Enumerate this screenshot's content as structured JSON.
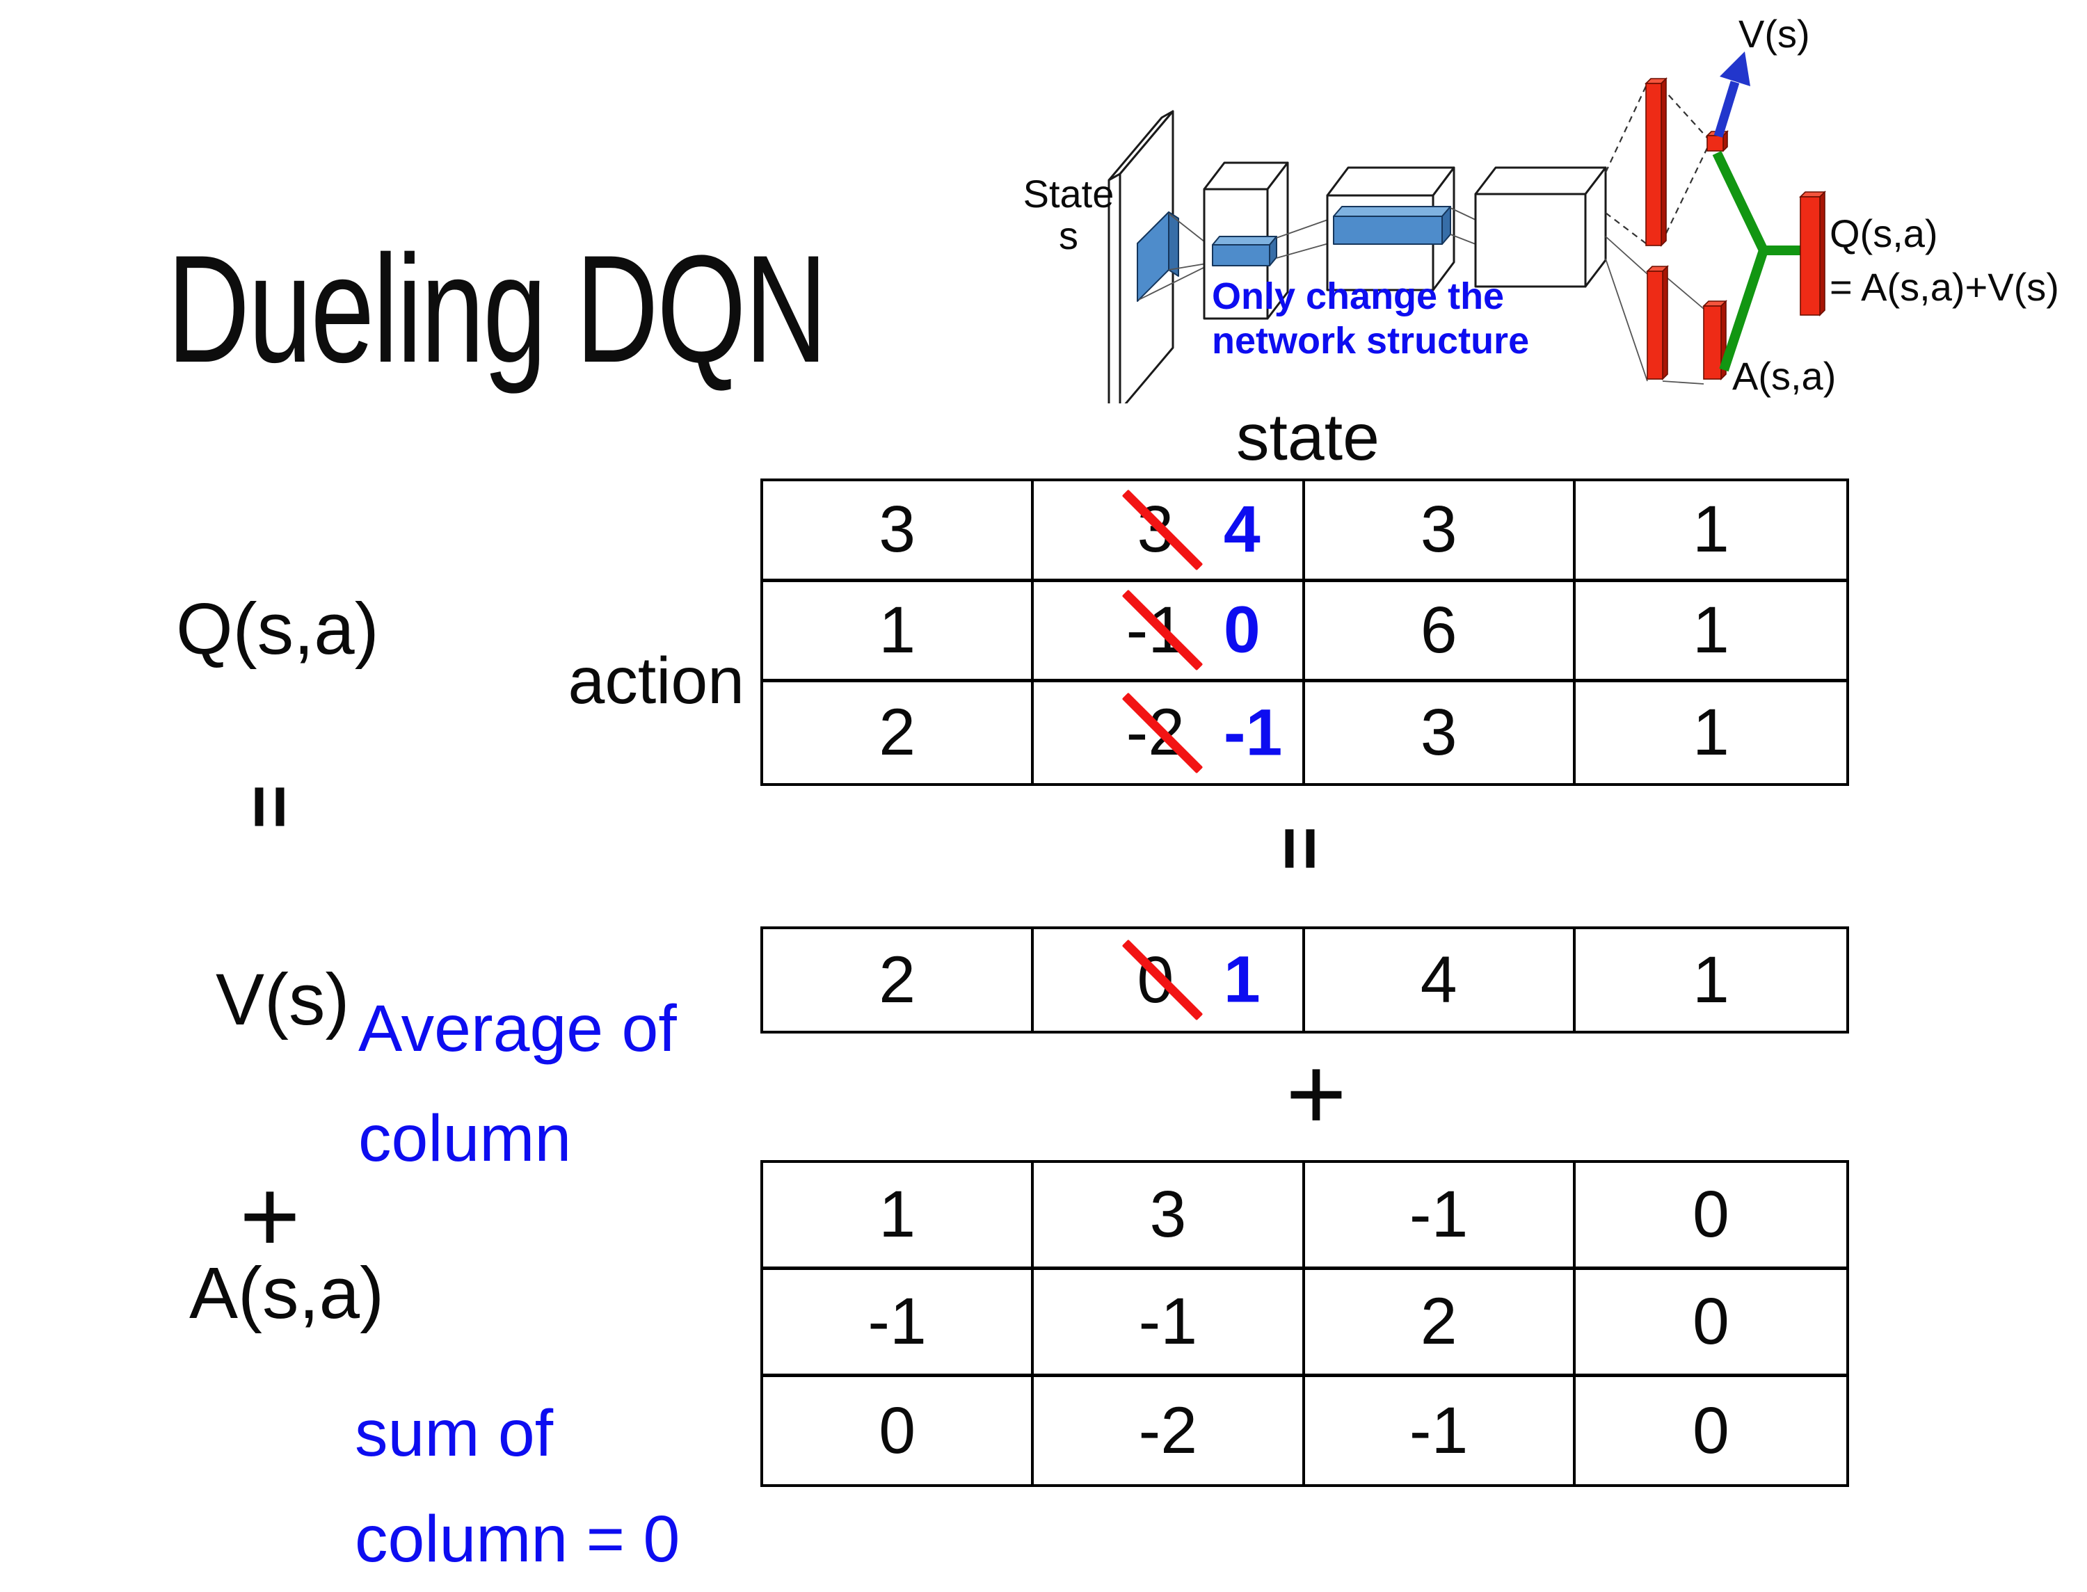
{
  "slide": {
    "title": "Dueling DQN",
    "background": "#ffffff"
  },
  "colors": {
    "annotation_blue": "#0d0df0",
    "strike_red": "#f21414",
    "bar_red": "#ee2b16",
    "conv_blue": "#4e8ccb",
    "green_junction": "#129612",
    "arrow_blue": "#2236cc",
    "table_border": "#000000"
  },
  "diagram": {
    "state_label_line1": "State",
    "state_label_line2": "s",
    "note_line1": "Only change the",
    "note_line2": "network structure",
    "v_label": "V(s)",
    "a_label": "A(s,a)",
    "q_label_line1": "Q(s,a)",
    "q_label_line2": "= A(s,a)+V(s)"
  },
  "labels": {
    "q_function": "Q(s,a)",
    "state_header": "state",
    "action_header": "action",
    "equals_left": "=",
    "equals_mid": "=",
    "v_function": "V(s)",
    "plus_left": "+",
    "plus_mid": "+",
    "a_function": "A(s,a)",
    "avg_note_line1": "Average of",
    "avg_note_line2": "column",
    "sum_note_line1": "sum of",
    "sum_note_line2": "column = 0"
  },
  "q_table": {
    "rows": [
      {
        "cells": [
          {
            "value": "3"
          },
          {
            "value": "3",
            "crossed": true,
            "corrected": "4"
          },
          {
            "value": "3"
          },
          {
            "value": "1"
          }
        ]
      },
      {
        "cells": [
          {
            "value": "1"
          },
          {
            "value": "-1",
            "crossed": true,
            "corrected": "0"
          },
          {
            "value": "6"
          },
          {
            "value": "1"
          }
        ]
      },
      {
        "cells": [
          {
            "value": "2"
          },
          {
            "value": "-2",
            "crossed": true,
            "corrected": "-1"
          },
          {
            "value": "3"
          },
          {
            "value": "1"
          }
        ]
      }
    ]
  },
  "v_table": {
    "cells": [
      {
        "value": "2"
      },
      {
        "value": "0",
        "crossed": true,
        "corrected": "1"
      },
      {
        "value": "4"
      },
      {
        "value": "1"
      }
    ]
  },
  "a_table": {
    "rows": [
      {
        "cells": [
          {
            "value": "1"
          },
          {
            "value": "3"
          },
          {
            "value": "-1"
          },
          {
            "value": "0"
          }
        ]
      },
      {
        "cells": [
          {
            "value": "-1"
          },
          {
            "value": "-1"
          },
          {
            "value": "2"
          },
          {
            "value": "0"
          }
        ]
      },
      {
        "cells": [
          {
            "value": "0"
          },
          {
            "value": "-2"
          },
          {
            "value": "-1"
          },
          {
            "value": "0"
          }
        ]
      }
    ]
  }
}
